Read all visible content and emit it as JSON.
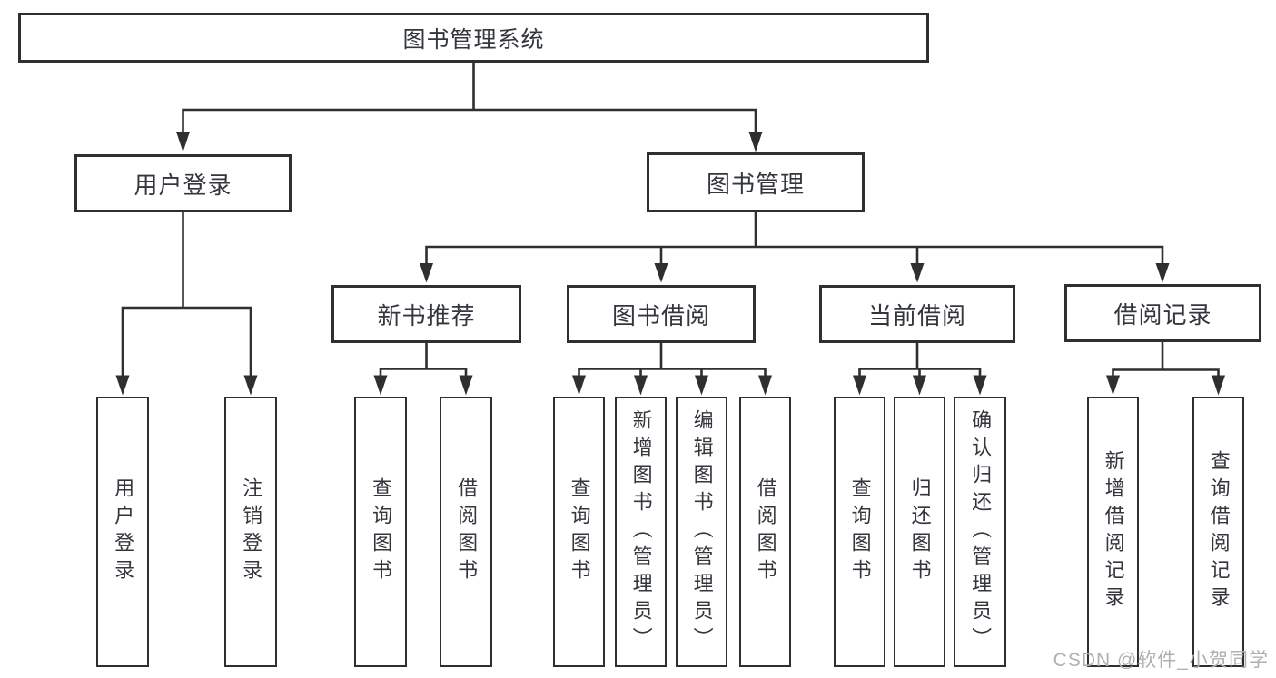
{
  "diagram": {
    "type": "hierarchy",
    "title": "图书管理系统",
    "structure": {
      "图书管理系统": {
        "用户登录": [
          "用户登录",
          "注销登录"
        ],
        "图书管理": {
          "新书推荐": [
            "查询图书",
            "借阅图书"
          ],
          "图书借阅": [
            "查询图书",
            "新增图书（管理员）",
            "编辑图书（管理员）",
            "借阅图书"
          ],
          "当前借阅": [
            "查询图书",
            "归还图书",
            "确认归还（管理员）"
          ],
          "借阅记录": [
            "新增借阅记录",
            "查询借阅记录"
          ]
        }
      }
    }
  },
  "nodes": {
    "root": "图书管理系统",
    "user_login": "用户登录",
    "book_mgmt": "图书管理",
    "new_book_rec": "新书推荐",
    "book_borrow": "图书借阅",
    "current_borrow": "当前借阅",
    "borrow_records": "借阅记录",
    "leaf_user_login": "用户登录",
    "leaf_logout": "注销登录",
    "rec_query_books": "查询图书",
    "rec_borrow_books": "借阅图书",
    "bb_query_books": "查询图书",
    "bb_add_books": "新增图书（管理员）",
    "bb_edit_books": "编辑图书（管理员）",
    "bb_borrow_books": "借阅图书",
    "cb_query_books": "查询图书",
    "cb_return_books": "归还图书",
    "cb_confirm_return": "确认归还（管理员）",
    "br_add_record": "新增借阅记录",
    "br_query_record": "查询借阅记录"
  },
  "watermark": "CSDN @软件_小贺同学",
  "colors": {
    "line": "#2f2f2f",
    "box_border": "#2f2f2f",
    "box_fill": "#ffffff",
    "text": "#33363c",
    "watermark": "#b0b0b0",
    "background": "#ffffff"
  }
}
